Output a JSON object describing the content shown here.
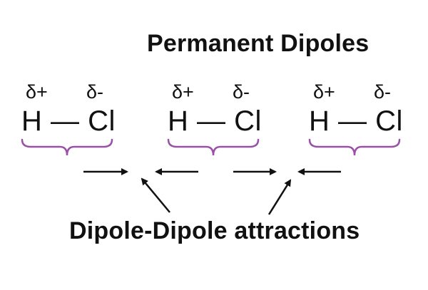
{
  "title": "Permanent Dipoles",
  "molecules": [
    {
      "partial_positive": "δ+",
      "partial_negative": "δ-",
      "formula": "H — Cl"
    },
    {
      "partial_positive": "δ+",
      "partial_negative": "δ-",
      "formula": "H — Cl"
    },
    {
      "partial_positive": "δ+",
      "partial_negative": "δ-",
      "formula": "H — Cl"
    }
  ],
  "caption": "Dipole-Dipole attractions",
  "colors": {
    "brace": "#9b4fa8",
    "arrow": "#111111",
    "text": "#111111"
  }
}
